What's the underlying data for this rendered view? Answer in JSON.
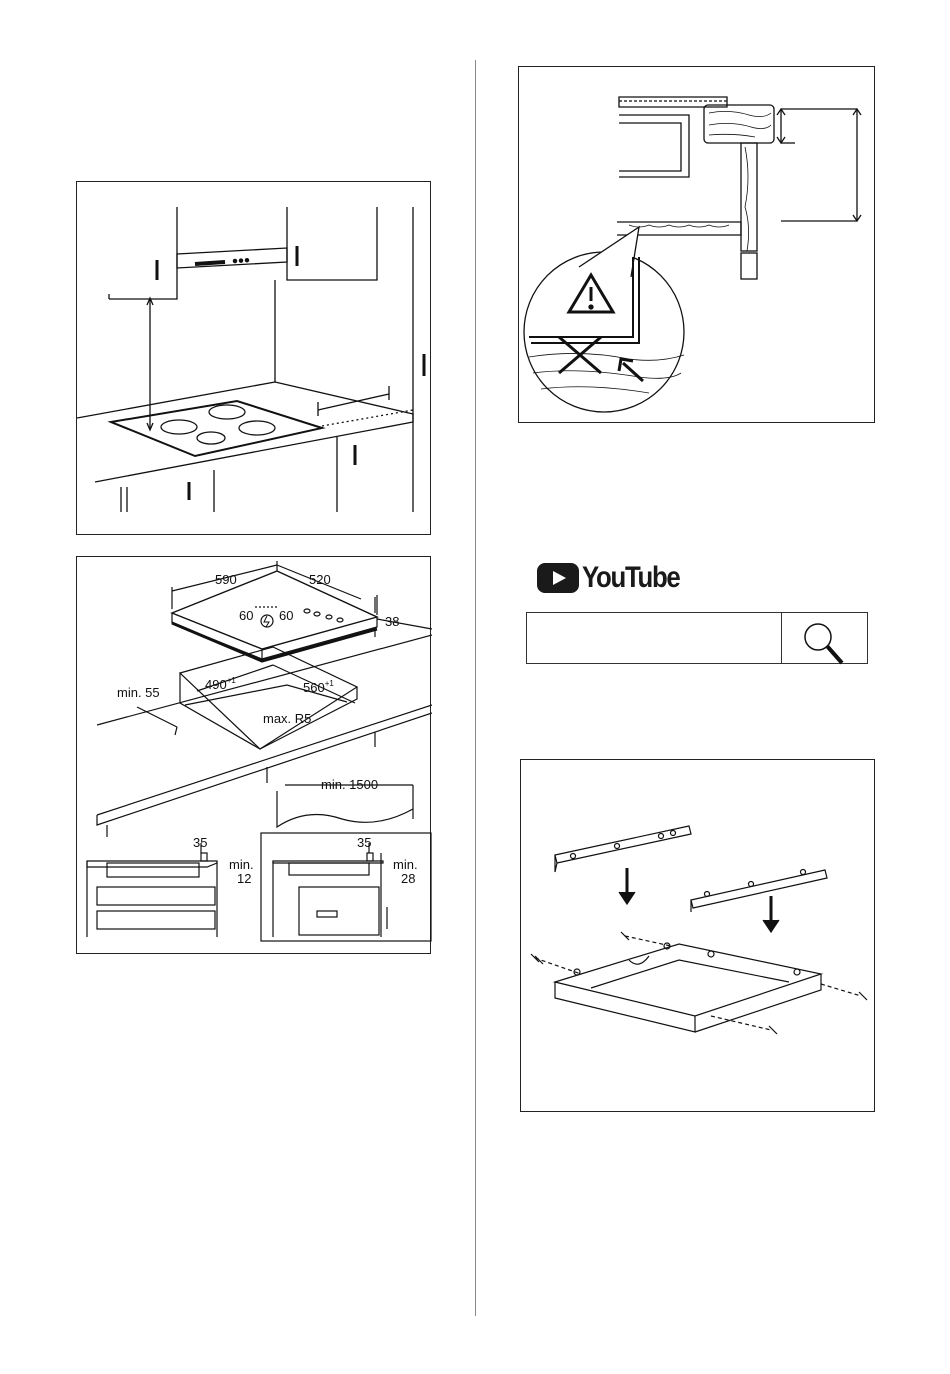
{
  "youtube": {
    "wordmark": "YouTube",
    "play_icon": "play-icon"
  },
  "search": {
    "value": "",
    "placeholder": "",
    "icon": "magnifier-icon"
  },
  "hob_dimensions": {
    "width": "590",
    "depth": "520",
    "height": "38",
    "dim_a": "60",
    "dim_b": "60"
  },
  "cutout": {
    "width": "490",
    "width_tol": "+1",
    "depth": "560",
    "depth_tol": "+1",
    "radius": "max. R5",
    "min_edge": "min. 55"
  },
  "cable": {
    "length": "min. 1500"
  },
  "detail_left": {
    "top": "35",
    "gap_label": "min.",
    "gap_value": "12"
  },
  "detail_right": {
    "top": "35",
    "gap_label": "min.",
    "gap_value": "28"
  }
}
